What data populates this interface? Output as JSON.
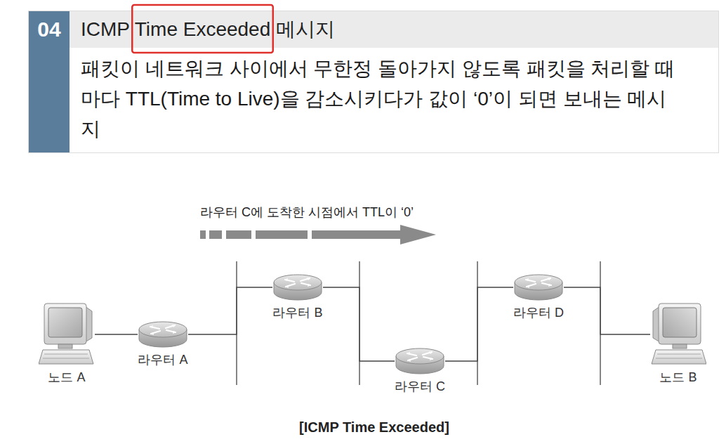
{
  "diagram": {
    "caption": "[ICMP Time Exceeded]",
    "nodes": [
      {
        "text": [
          "ICMP Time Exceeded 메시지",
          "패킷이 네트워크 사이에서 무한정 돌아가지 않도록 패킷을 처리할 때마다 TTL(Time to Live)을 감소시키다가 값이 ‘0’이 되면 보내는 메시지"
        ]
      },
      {
        "text": [
          "04"
        ],
        "in": 0
      },
      {
        "text": [
          "노드 A"
        ]
      },
      {
        "text": [
          "라우터 A"
        ]
      },
      {
        "text": [
          "라우터 B"
        ]
      },
      {
        "text": [
          "라우터 C"
        ]
      },
      {
        "text": [
          "라우터 D"
        ]
      },
      {
        "text": [
          "노드 B"
        ]
      }
    ],
    "edges": [
      {
        "from": 2,
        "to": 3,
        "arrow": "none"
      },
      {
        "from": 3,
        "to": 4,
        "arrow": "none"
      },
      {
        "from": 4,
        "to": 5,
        "arrow": "none"
      },
      {
        "from": 5,
        "to": 6,
        "arrow": "none"
      },
      {
        "from": 6,
        "to": 7,
        "arrow": "none"
      }
    ],
    "labels": [
      "라우터 C에 도착한 시점에서 TTL이 ‘0’"
    ]
  }
}
